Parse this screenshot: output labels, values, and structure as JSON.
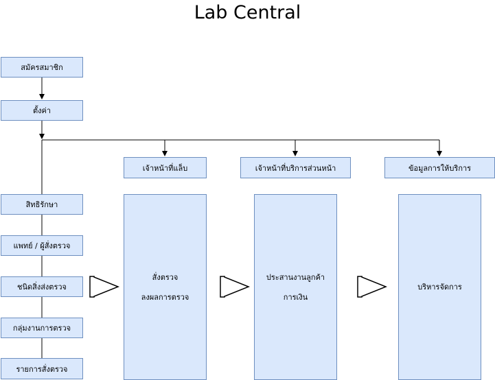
{
  "title": "Lab Central",
  "menu": {
    "register": "สมัครสมาชิก",
    "settings": "ตั้งค่า",
    "privileges": "สิทธิรักษา",
    "doctor": "แพทย์ / ผู้สั่งตรวจ",
    "sample_type": "ชนิดสิ่งส่งตรวจ",
    "test_group": "กลุ่มงานการตรวจ",
    "order_list": "รายการสั่งตรวจ"
  },
  "roles": {
    "lab_staff": "เจ้าหน้าที่แล็บ",
    "front_staff": "เจ้าหน้าที่บริการส่วนหน้า",
    "service_info": "ข้อมูลการให้บริการ"
  },
  "panels": {
    "lab": {
      "line1": "สั่งตรวจ",
      "line2": "ลงผลการตรวจ"
    },
    "front": {
      "line1": "ประสานงานลูกค้า",
      "line2": "การเงิน"
    },
    "service": {
      "line1": "บริหารจัดการ"
    }
  },
  "colors": {
    "box_fill": "#dae8fc",
    "box_stroke": "#6c8ebf",
    "line": "#000000"
  }
}
